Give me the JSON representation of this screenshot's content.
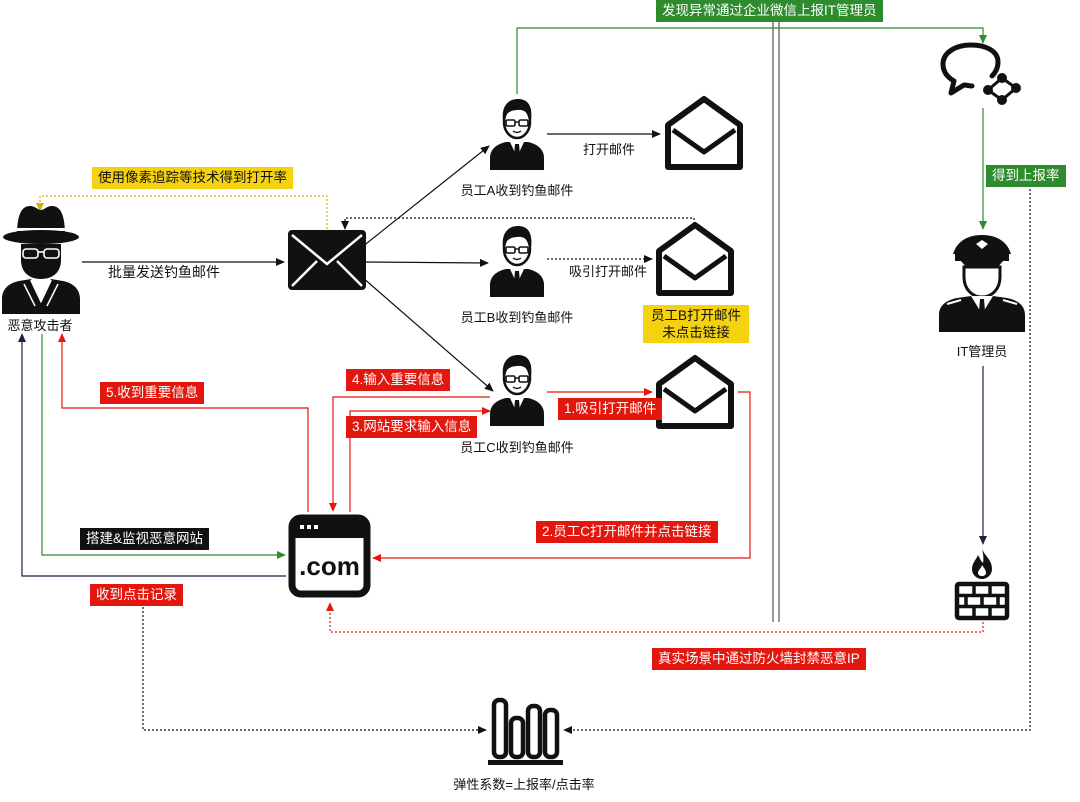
{
  "nodes": {
    "attacker": "恶意攻击者",
    "employee_a": "员工A收到钓鱼邮件",
    "employee_b": "员工B收到钓鱼邮件",
    "employee_c": "员工C收到钓鱼邮件",
    "it_admin": "IT管理员",
    "website_text": ".com",
    "metric": "弹性系数=上报率/点击率"
  },
  "edges": {
    "bulk_send": "批量发送钓鱼邮件",
    "open_mail": "打开邮件",
    "lure_open": "吸引打开邮件",
    "pixel_tracking": "使用像素追踪等技术得到打开率",
    "employee_b_status": [
      "员工B打开邮件",
      "未点击链接"
    ],
    "step1": "1.吸引打开邮件",
    "step2": "2.员工C打开邮件并点击链接",
    "step3": "3.网站要求输入信息",
    "step4": "4.输入重要信息",
    "step5": "5.收到重要信息",
    "build_site": "搭建&监视恶意网站",
    "click_record": "收到点击记录",
    "report_via_wechat": "发现异常通过企业微信上报IT管理员",
    "report_rate": "得到上报率",
    "firewall_block": "真实场景中通过防火墙封禁恶意IP"
  },
  "icons": {
    "attacker": "hacker-icon",
    "phishing_mail": "envelope-icon",
    "employee": "businessman-icon",
    "opened_mail": "envelope-open-icon",
    "website": "website-icon",
    "wechat_work": "wechat-work-icon",
    "it_admin": "police-icon",
    "firewall": "firewall-icon",
    "metric": "bar-chart-icon"
  },
  "colors": {
    "red": "#e3170d",
    "green": "#2e8b2e",
    "yellow": "#f5d20f",
    "yellow_line": "#d4b106",
    "black": "#111111",
    "navy": "#1e2040"
  }
}
